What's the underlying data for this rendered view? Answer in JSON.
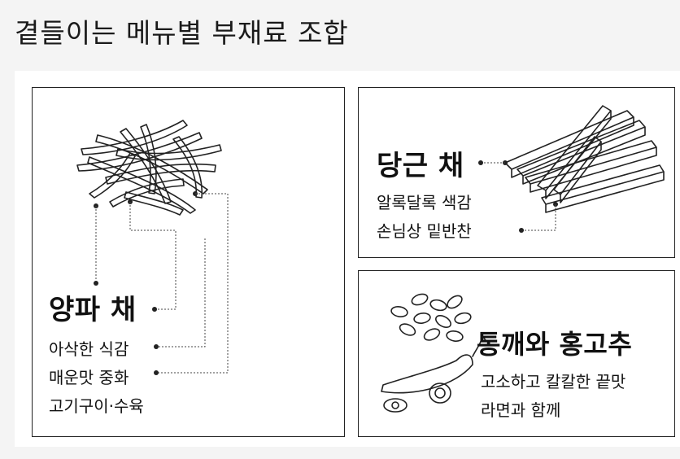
{
  "page": {
    "title": "곁들이는 메뉴별 부재료 조합"
  },
  "panels": {
    "onion": {
      "heading": "양파 채",
      "points": [
        "아삭한 식감",
        "매운맛 중화",
        "고기구이·수육"
      ],
      "icon": "sliced-onion-icon"
    },
    "carrot": {
      "heading": "당근 채",
      "points": [
        "알록달록 색감",
        "손님상 밑반찬"
      ],
      "icon": "carrot-sticks-icon"
    },
    "sesame": {
      "heading": "통깨와 홍고추",
      "points": [
        "고소하고 칼칼한 끝맛",
        "라면과 함께"
      ],
      "icon": "sesame-chili-icon"
    }
  },
  "colors": {
    "background": "#f4f4f4",
    "panel": "#ffffff",
    "ink": "#111111"
  }
}
